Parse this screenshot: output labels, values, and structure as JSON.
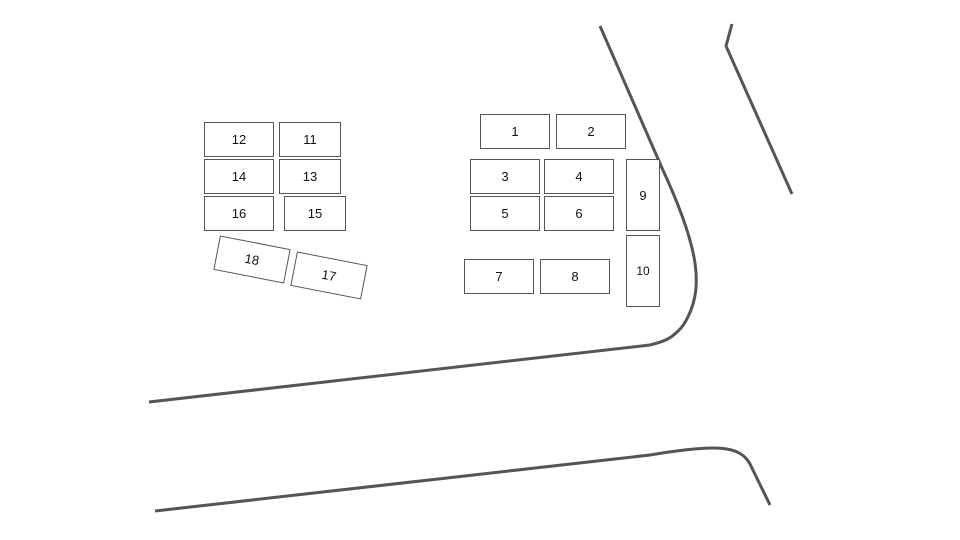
{
  "site_plan": {
    "lots": [
      {
        "id": "lot-1",
        "label": "1"
      },
      {
        "id": "lot-2",
        "label": "2"
      },
      {
        "id": "lot-3",
        "label": "3"
      },
      {
        "id": "lot-4",
        "label": "4"
      },
      {
        "id": "lot-5",
        "label": "5"
      },
      {
        "id": "lot-6",
        "label": "6"
      },
      {
        "id": "lot-7",
        "label": "7"
      },
      {
        "id": "lot-8",
        "label": "8"
      },
      {
        "id": "lot-9",
        "label": "9"
      },
      {
        "id": "lot-10",
        "label": "10"
      },
      {
        "id": "lot-11",
        "label": "11"
      },
      {
        "id": "lot-12",
        "label": "12"
      },
      {
        "id": "lot-13",
        "label": "13"
      },
      {
        "id": "lot-14",
        "label": "14"
      },
      {
        "id": "lot-15",
        "label": "15"
      },
      {
        "id": "lot-16",
        "label": "16"
      },
      {
        "id": "lot-17",
        "label": "17"
      },
      {
        "id": "lot-18",
        "label": "18"
      }
    ],
    "colors": {
      "road": "#555555",
      "lot_border": "#555555",
      "label_text": "#111111",
      "background": "#ffffff"
    }
  }
}
